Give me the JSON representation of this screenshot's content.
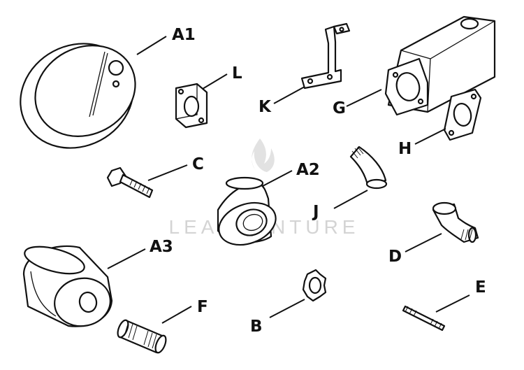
{
  "watermark": {
    "text": "LEADVENTURE"
  },
  "labels": {
    "A1": "A1",
    "L": "L",
    "K": "K",
    "G": "G",
    "H": "H",
    "C": "C",
    "A2": "A2",
    "J": "J",
    "A3": "A3",
    "D": "D",
    "F": "F",
    "B": "B",
    "E": "E"
  },
  "colors": {
    "ink": "#111111",
    "background": "#ffffff",
    "watermark": "#d4d4d4"
  }
}
